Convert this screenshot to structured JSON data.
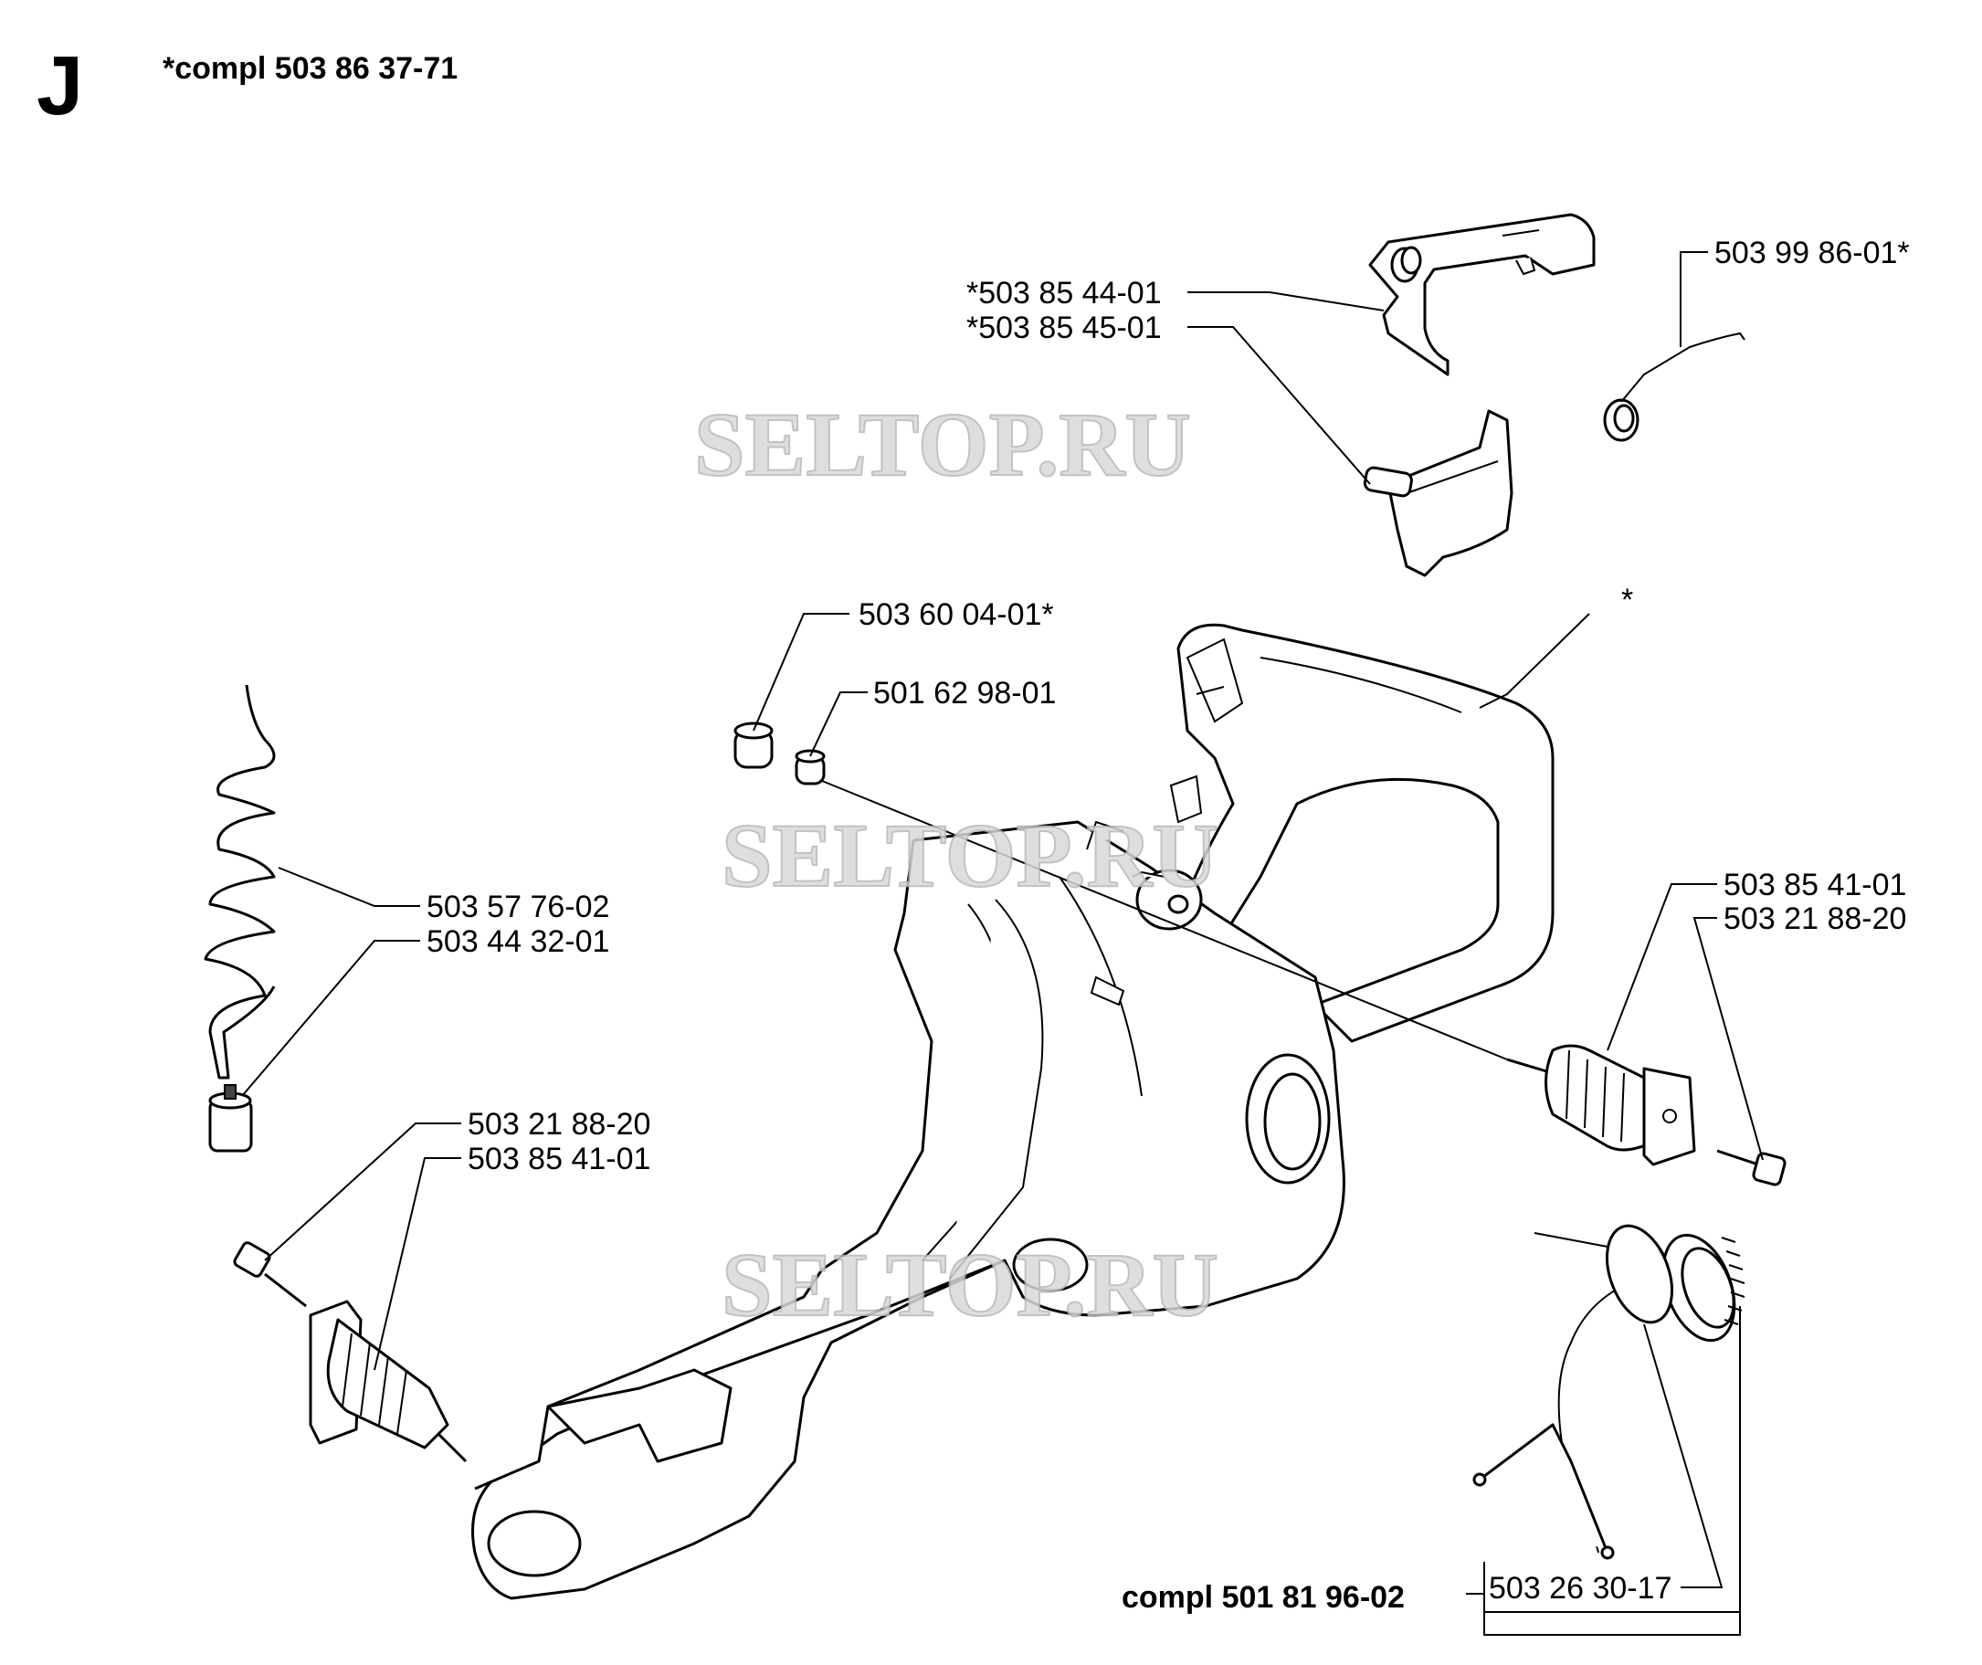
{
  "section_letter": "J",
  "assembly_title": "*compl 503 86 37-71",
  "watermark": "SELTOP.RU",
  "labels": {
    "throttle_lever": "*503 85 44-01",
    "throttle_trigger": "*503 85 45-01",
    "spring": "503 99 86-01*",
    "handle": "*",
    "grommet_large": "503 60 04-01*",
    "grommet_small": "501 62 98-01",
    "fuel_hose": "503 57 76-02",
    "fuel_filter": "503 44 32-01",
    "screw_left": "503 21 88-20",
    "damper_left": "503 85 41-01",
    "damper_right": "503 85 41-01",
    "screw_right": "503 21 88-20",
    "oring": "503 26 30-17",
    "fuel_cap_assembly": "compl 501 81 96-02"
  }
}
